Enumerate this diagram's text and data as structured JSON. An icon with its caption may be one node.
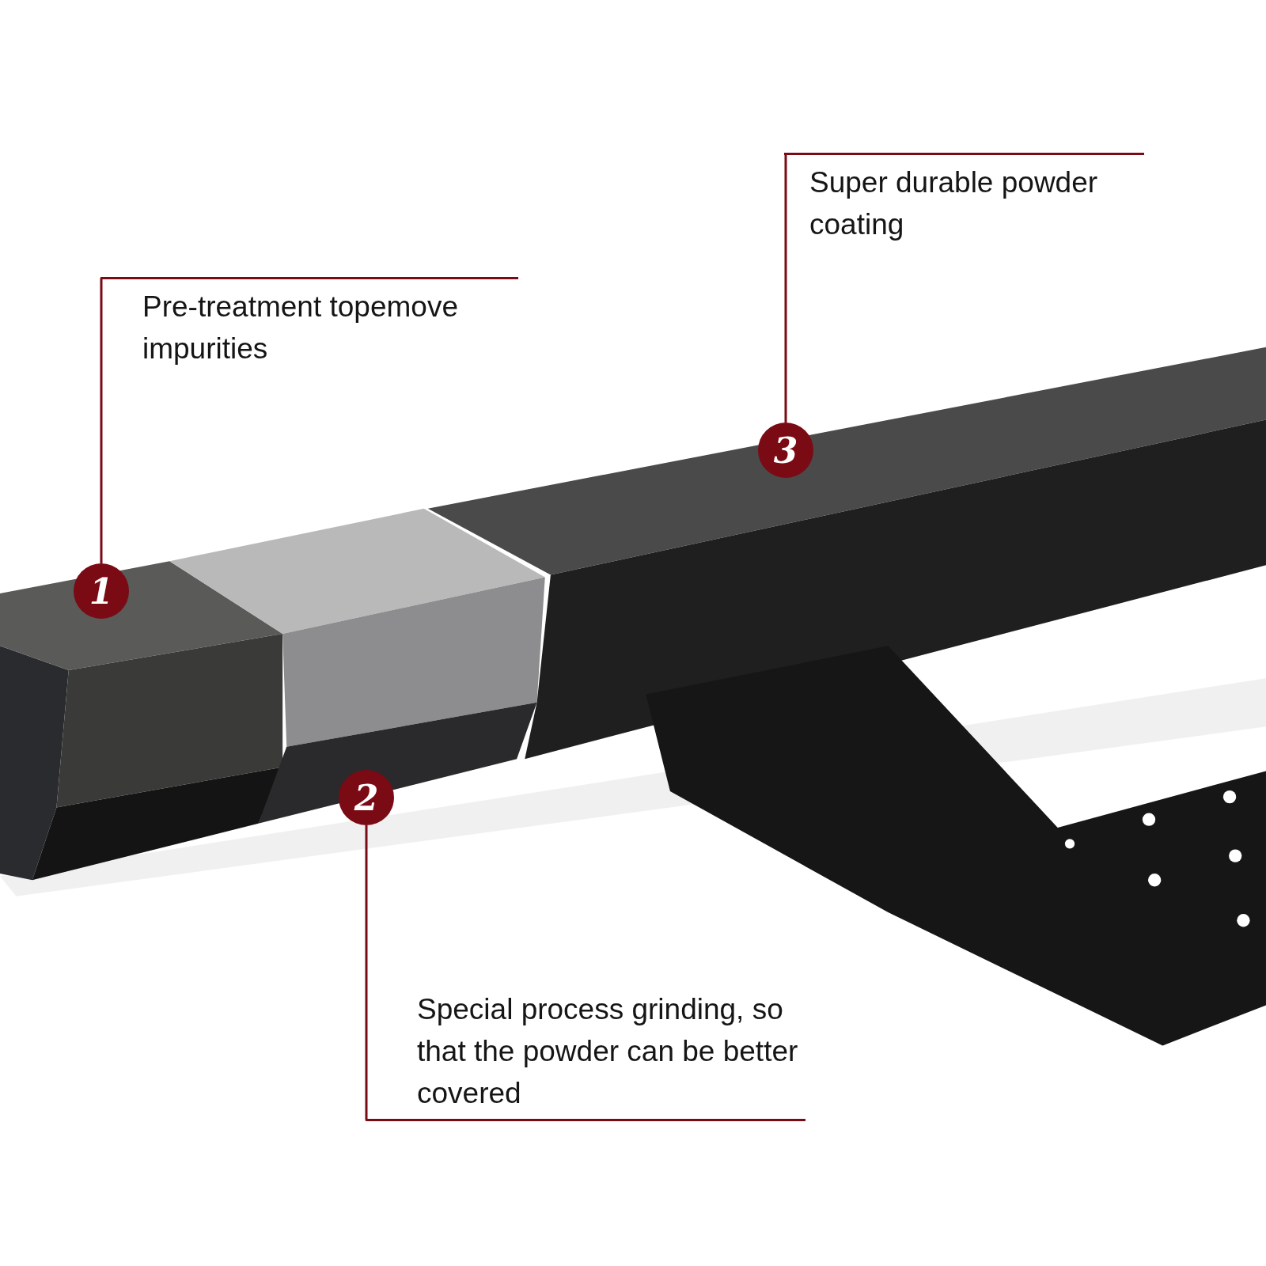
{
  "diagram": {
    "nodes": [
      {
        "text": [
          "Super durable powder coating"
        ]
      },
      {
        "text": [
          "Pre-treatment topemove impurities"
        ]
      },
      {
        "text": [
          "3"
        ]
      },
      {
        "text": [
          "1"
        ]
      },
      {
        "text": [
          "2"
        ]
      },
      {
        "text": [
          "Special process grinding, so that the powder can be better covered"
        ]
      }
    ],
    "edges": [
      {
        "from": 0,
        "to": 2,
        "arrow": "none"
      },
      {
        "from": 1,
        "to": 3,
        "arrow": "none"
      },
      {
        "from": 5,
        "to": 4,
        "arrow": "none"
      }
    ]
  }
}
